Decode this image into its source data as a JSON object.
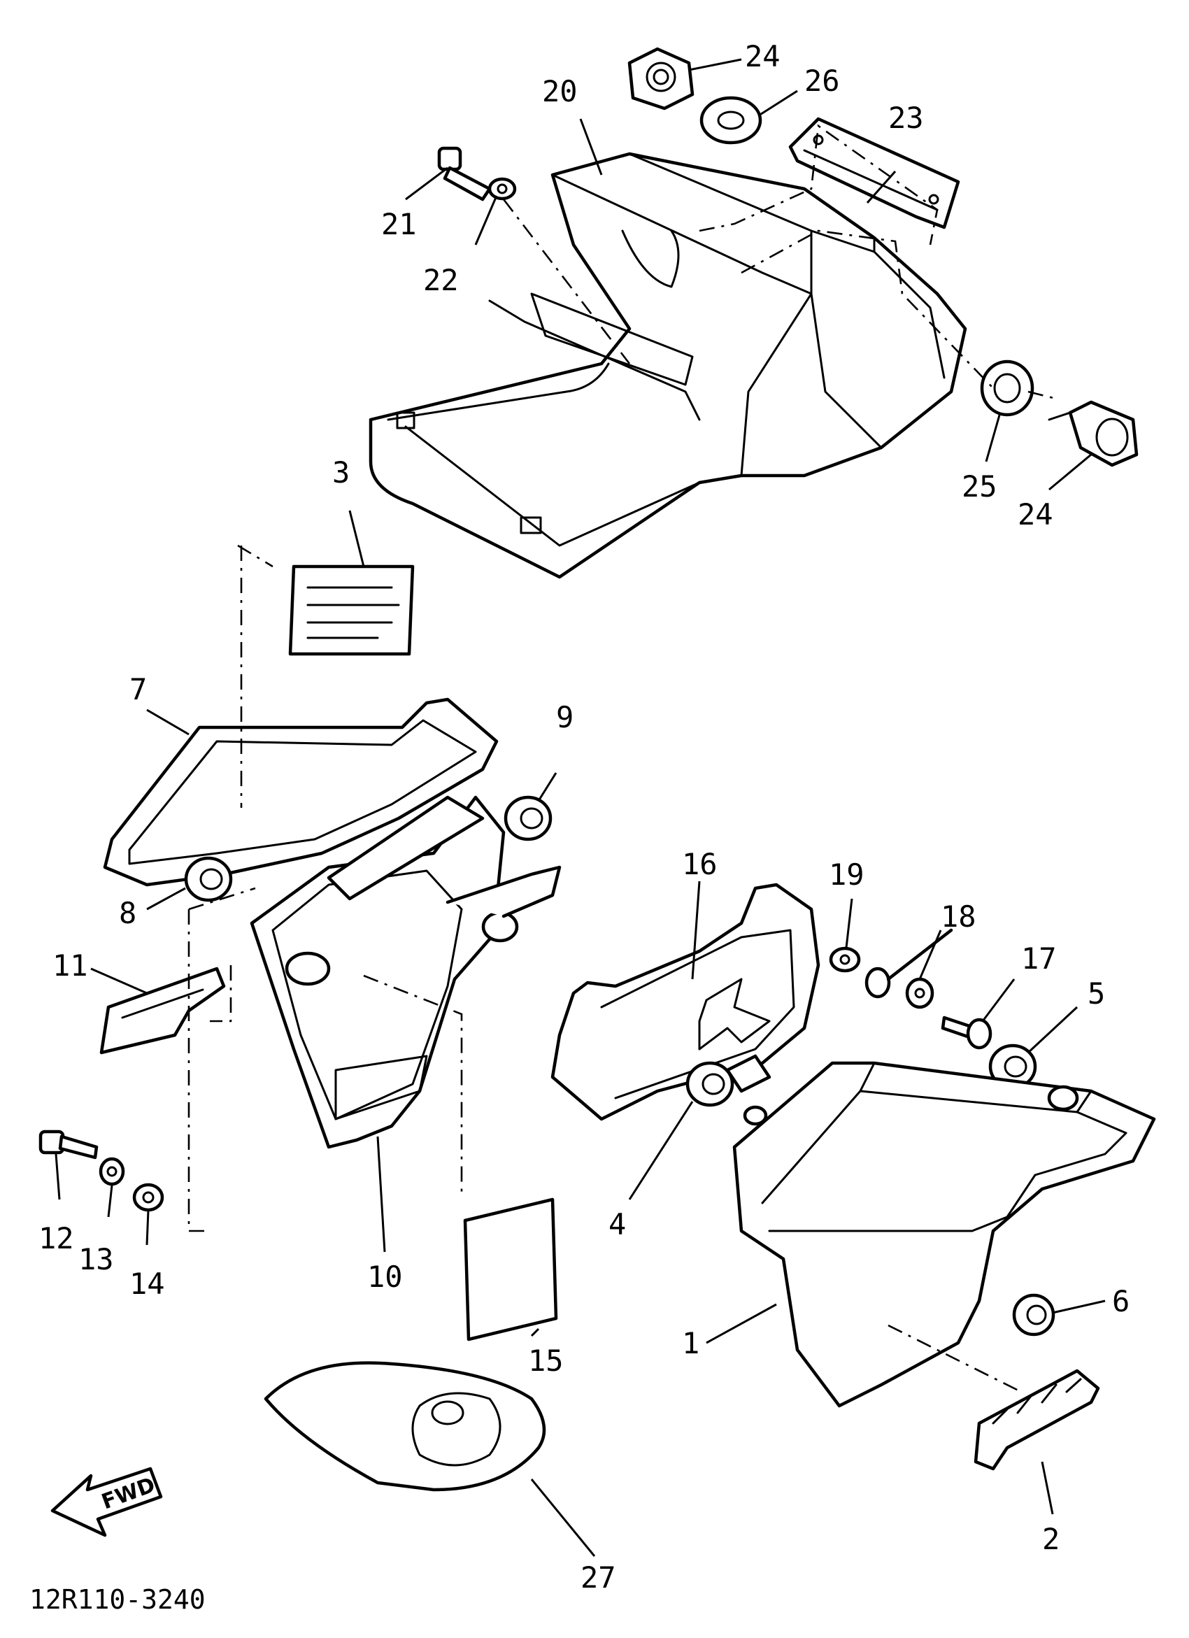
{
  "diagram": {
    "drawing_code": "12R110-3240",
    "direction_marker": "FWD",
    "callouts": [
      {
        "id": "c1",
        "label": "1"
      },
      {
        "id": "c2",
        "label": "2"
      },
      {
        "id": "c3",
        "label": "3"
      },
      {
        "id": "c4",
        "label": "4"
      },
      {
        "id": "c5",
        "label": "5"
      },
      {
        "id": "c6",
        "label": "6"
      },
      {
        "id": "c7",
        "label": "7"
      },
      {
        "id": "c8",
        "label": "8"
      },
      {
        "id": "c9",
        "label": "9"
      },
      {
        "id": "c10",
        "label": "10"
      },
      {
        "id": "c11",
        "label": "11"
      },
      {
        "id": "c12",
        "label": "12"
      },
      {
        "id": "c13",
        "label": "13"
      },
      {
        "id": "c14",
        "label": "14"
      },
      {
        "id": "c15",
        "label": "15"
      },
      {
        "id": "c16",
        "label": "16"
      },
      {
        "id": "c17",
        "label": "17"
      },
      {
        "id": "c18",
        "label": "18"
      },
      {
        "id": "c19",
        "label": "19"
      },
      {
        "id": "c20",
        "label": "20"
      },
      {
        "id": "c21",
        "label": "21"
      },
      {
        "id": "c22",
        "label": "22"
      },
      {
        "id": "c23",
        "label": "23"
      },
      {
        "id": "c24a",
        "label": "24"
      },
      {
        "id": "c24b",
        "label": "24"
      },
      {
        "id": "c25",
        "label": "25"
      },
      {
        "id": "c26",
        "label": "26"
      },
      {
        "id": "c27",
        "label": "27"
      }
    ]
  }
}
